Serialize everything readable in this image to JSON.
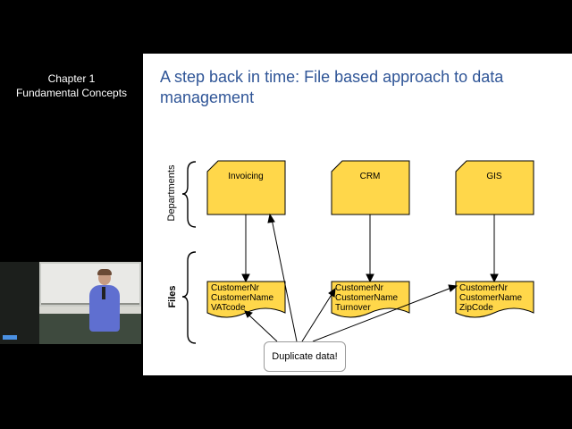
{
  "sidebar": {
    "chapter_line1": "Chapter 1",
    "chapter_line2": "Fundamental Concepts"
  },
  "slide": {
    "title": "A step back in time: File based approach to data management",
    "y_labels": {
      "departments": "Departments",
      "files": "Files"
    },
    "departments": [
      {
        "name": "Invoicing",
        "file_fields": [
          "CustomerNr",
          "CustomerName",
          "VATcode"
        ]
      },
      {
        "name": "CRM",
        "file_fields": [
          "CustomerNr",
          "CustomerName",
          "Turnover"
        ]
      },
      {
        "name": "GIS",
        "file_fields": [
          "CustomerNr",
          "CustomerName",
          "ZipCode"
        ]
      }
    ],
    "callout": "Duplicate data!"
  },
  "colors": {
    "title": "#2f5597",
    "shape_fill": "#ffd74a",
    "shape_stroke": "#000000"
  }
}
